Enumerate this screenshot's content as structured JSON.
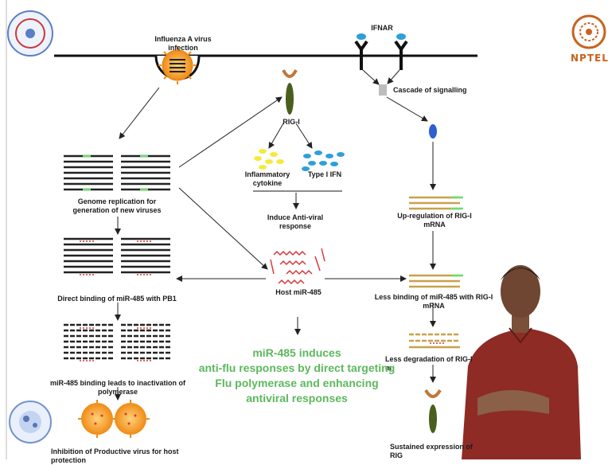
{
  "labels": {
    "influenza_infection": "Influenza A virus infection",
    "ifnar": "IFNAR",
    "cascade": "Cascade of signalling",
    "rig_i": "RIG-I",
    "inflammatory_cytokine": "Inflammatory cytokine",
    "type_i_ifn": "Type I IFN",
    "induce_antiviral": "Induce Anti-viral response",
    "genome_replication": "Genome replication for generation of new viruses",
    "upregulation": "Up-regulation of RIG-I mRNA",
    "host_mir": "Host miR-485",
    "direct_binding": "Direct binding of miR-485 with PB1",
    "less_binding": "Less binding of miR-485 with RIG-I mRNA",
    "less_degradation": "Less degradation of RIG-I m",
    "inactivation": "miR-485 binding leads to inactivation of polymerase",
    "productive_virus": "Inhibition of Productive virus for host protection",
    "sustained": "Sustained expression of RIG"
  },
  "summary": {
    "line1": "miR-485 induces",
    "line2": "anti-flu responses by direct targeting",
    "line3": "Flu polymerase and enhancing",
    "line4": "antiviral responses"
  },
  "branding": {
    "nptel": "NPTEL"
  },
  "colors": {
    "green_text": "#5cb85c",
    "rig_i_green": "#4a5e1e",
    "rig_i_orange": "#c0773a",
    "ifnar_blue": "#2f9fd8",
    "cytokine_yellow": "#f3ea3c",
    "mir_red": "#d63a3a",
    "virus_orange": "#f4a21d",
    "mrna_tan": "#c8a24a"
  }
}
